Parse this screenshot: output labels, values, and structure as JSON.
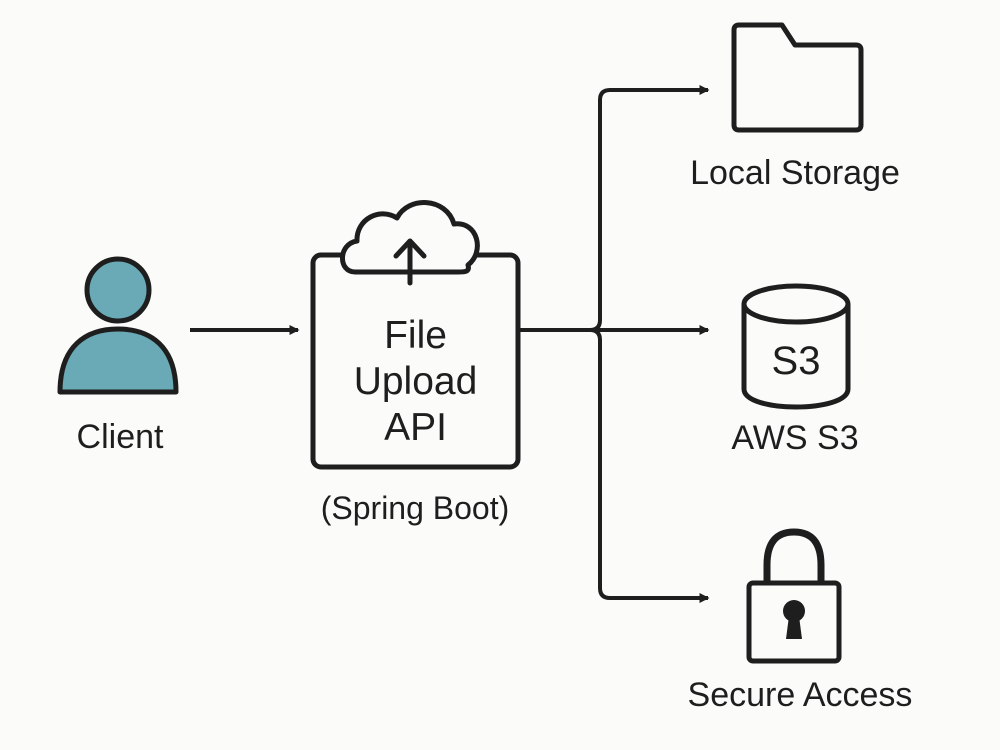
{
  "colors": {
    "stroke": "#1e1e1e",
    "client_fill": "#6aa9b6",
    "background": "#fbfbf9"
  },
  "client": {
    "label": "Client",
    "icon": "user-icon"
  },
  "api": {
    "title_lines": [
      "File",
      "Upload",
      "API"
    ],
    "subtitle": "(Spring Boot)",
    "icon": "cloud-upload-icon"
  },
  "targets": {
    "local": {
      "label": "Local Storage",
      "icon": "folder-icon"
    },
    "s3": {
      "label": "AWS S3",
      "icon_text": "S3",
      "icon": "database-cylinder-icon"
    },
    "secure": {
      "label": "Secure Access",
      "icon": "padlock-icon"
    }
  }
}
